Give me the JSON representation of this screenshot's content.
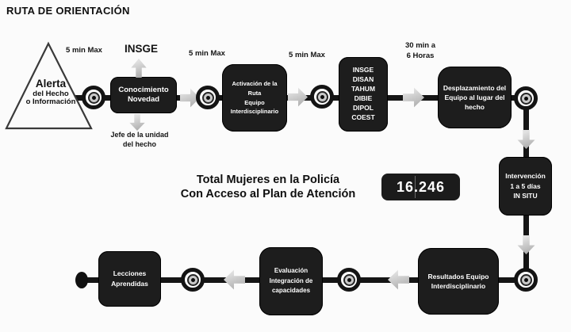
{
  "title": "RUTA DE ORIENTACIÓN",
  "palette": {
    "box_bg": "#1d1d1d",
    "box_text": "#ffffff",
    "line": "#151515",
    "arrow_fill": "#c4c4c4"
  },
  "start_triangle": {
    "line1": "Alerta",
    "line2": "del Hecho",
    "line3": "o Información"
  },
  "labels": {
    "five_min_1": "5 min Max",
    "five_min_2": "5 min Max",
    "five_min_3": "5 min Max",
    "insge_top": "INSGE",
    "jefe_unidad": "Jefe de la unidad\ndel hecho",
    "time_30min": "30 min a\n6 Horas"
  },
  "boxes": {
    "conocimiento": "Conocimiento\nNovedad",
    "activacion": "Activación de la\nRuta\nEquipo\nInterdisciplinario",
    "unidades": "INSGE\nDISAN\nTAHUM\nDIBIE\nDIPOL\nCOEST",
    "desplazamiento": "Desplazamiento del\nEquipo al lugar del\nhecho",
    "intervencion": "Intervención\n1 a 5 días\nIN SITU",
    "resultados": "Resultados Equipo\nInterdisciplinario",
    "evaluacion": "Evaluación\nIntegración de\ncapacidades",
    "lecciones": "Lecciones\nAprendidas"
  },
  "stat": {
    "caption": "Total Mujeres en la Policía\nCon Acceso al Plan de Atención",
    "value": "16.246"
  },
  "icons": {
    "connector_node": "bullseye-node",
    "arrow_right": "block-arrow-right",
    "arrow_left": "block-arrow-left",
    "arrow_up": "block-arrow-up",
    "arrow_down": "block-arrow-down",
    "start_shape": "triangle-outline",
    "end_shape": "terminal-dot"
  }
}
